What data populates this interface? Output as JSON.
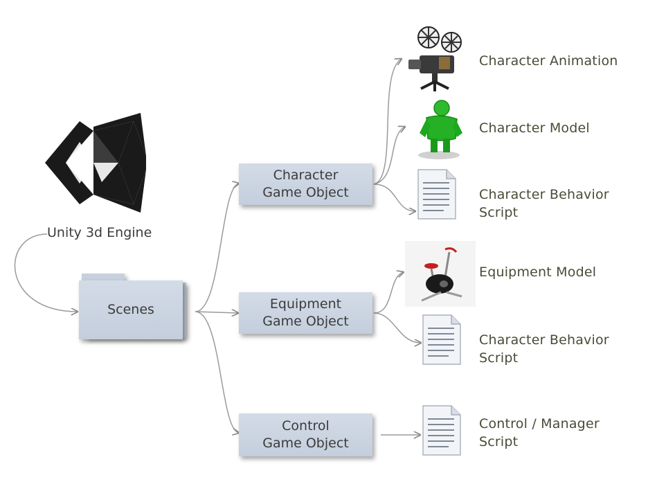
{
  "engine": {
    "label": "Unity 3d Engine"
  },
  "scenes": {
    "label": "Scenes"
  },
  "objects": [
    {
      "line1": "Character",
      "line2": "Game Object"
    },
    {
      "line1": "Equipment",
      "line2": "Game Object"
    },
    {
      "line1": "Control",
      "line2": "Game Object"
    }
  ],
  "components": [
    {
      "line1": "Character Animation",
      "line2": "",
      "icon": "film-projector-icon"
    },
    {
      "line1": "Character Model",
      "line2": "",
      "icon": "green-figure-icon"
    },
    {
      "line1": "Character Behavior",
      "line2": "Script",
      "icon": "document-icon"
    },
    {
      "line1": "Equipment Model",
      "line2": "",
      "icon": "exercise-bike-icon"
    },
    {
      "line1": "Character Behavior",
      "line2": "Script",
      "icon": "document-icon"
    },
    {
      "line1": "Control / Manager",
      "line2": "Script",
      "icon": "document-icon"
    }
  ],
  "colors": {
    "node_fill": "#c9d2df",
    "connector": "#8a8a8a",
    "label_text": "#4a4a38",
    "figure_green": "#1ea81e"
  }
}
